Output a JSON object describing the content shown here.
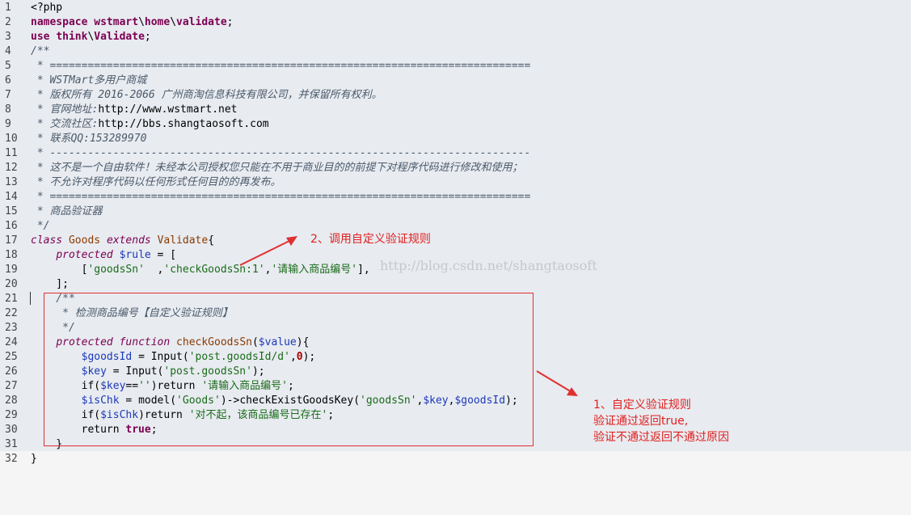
{
  "lines": [
    {
      "n": "1",
      "segs": [
        [
          "",
          "<?php"
        ]
      ]
    },
    {
      "n": "2",
      "segs": [
        [
          "kw",
          "namespace"
        ],
        [
          "",
          " "
        ],
        [
          "kw",
          "wstmart"
        ],
        [
          "",
          "\\"
        ],
        [
          "kw",
          "home"
        ],
        [
          "",
          "\\"
        ],
        [
          "kw",
          "validate"
        ],
        [
          "",
          ";"
        ]
      ]
    },
    {
      "n": "3",
      "segs": [
        [
          "kw",
          "use"
        ],
        [
          "",
          " "
        ],
        [
          "kw",
          "think"
        ],
        [
          "",
          "\\"
        ],
        [
          "kw",
          "Validate"
        ],
        [
          "",
          ";"
        ]
      ]
    },
    {
      "n": "4",
      "segs": [
        [
          "cm",
          "/**"
        ]
      ]
    },
    {
      "n": "5",
      "segs": [
        [
          "cm",
          " * ============================================================================"
        ]
      ]
    },
    {
      "n": "6",
      "segs": [
        [
          "cm",
          " * WSTMart多用户商城"
        ]
      ]
    },
    {
      "n": "7",
      "segs": [
        [
          "cm",
          " * 版权所有 2016-2066 广州商淘信息科技有限公司，并保留所有权利。"
        ]
      ]
    },
    {
      "n": "8",
      "segs": [
        [
          "cm",
          " * 官网地址:"
        ],
        [
          "",
          "http://www.wstmart.net"
        ]
      ]
    },
    {
      "n": "9",
      "segs": [
        [
          "cm",
          " * 交流社区:"
        ],
        [
          "",
          "http://bbs.shangtaosoft.com"
        ]
      ]
    },
    {
      "n": "10",
      "segs": [
        [
          "cm",
          " * 联系QQ:153289970"
        ]
      ]
    },
    {
      "n": "11",
      "segs": [
        [
          "cm",
          " * ----------------------------------------------------------------------------"
        ]
      ]
    },
    {
      "n": "12",
      "segs": [
        [
          "cm",
          " * 这不是一个自由软件！未经本公司授权您只能在不用于商业目的的前提下对程序代码进行修改和使用；"
        ]
      ]
    },
    {
      "n": "13",
      "segs": [
        [
          "cm",
          " * 不允许对程序代码以任何形式任何目的的再发布。"
        ]
      ]
    },
    {
      "n": "14",
      "segs": [
        [
          "cm",
          " * ============================================================================"
        ]
      ]
    },
    {
      "n": "15",
      "segs": [
        [
          "cm",
          " * 商品验证器"
        ]
      ]
    },
    {
      "n": "16",
      "segs": [
        [
          "cm",
          " */"
        ]
      ]
    },
    {
      "n": "17",
      "segs": [
        [
          "kwi",
          "class"
        ],
        [
          "",
          " "
        ],
        [
          "cls",
          "Goods"
        ],
        [
          "",
          " "
        ],
        [
          "kwi",
          "extends"
        ],
        [
          "",
          " "
        ],
        [
          "cls",
          "Validate"
        ],
        [
          "",
          "{"
        ]
      ]
    },
    {
      "n": "18",
      "segs": [
        [
          "",
          "    "
        ],
        [
          "kwi",
          "protected"
        ],
        [
          "",
          " "
        ],
        [
          "var",
          "$rule"
        ],
        [
          "",
          " = ["
        ]
      ]
    },
    {
      "n": "19",
      "segs": [
        [
          "",
          "        ["
        ],
        [
          "str",
          "'goodsSn'"
        ],
        [
          "",
          "  ,"
        ],
        [
          "str",
          "'checkGoodsSn:1'"
        ],
        [
          "",
          ","
        ],
        [
          "str",
          "'请输入商品编号'"
        ],
        [
          "",
          "],"
        ]
      ]
    },
    {
      "n": "20",
      "segs": [
        [
          "",
          "    ];"
        ]
      ]
    },
    {
      "n": "21",
      "segs": [
        [
          "cm",
          "    /**"
        ]
      ]
    },
    {
      "n": "22",
      "segs": [
        [
          "cm",
          "     * 检测商品编号【自定义验证规则】"
        ]
      ]
    },
    {
      "n": "23",
      "segs": [
        [
          "cm",
          "     */"
        ]
      ]
    },
    {
      "n": "24",
      "segs": [
        [
          "",
          "    "
        ],
        [
          "kwi",
          "protected"
        ],
        [
          "",
          " "
        ],
        [
          "kwi",
          "function"
        ],
        [
          "",
          " "
        ],
        [
          "fn",
          "checkGoodsSn"
        ],
        [
          "",
          "("
        ],
        [
          "var",
          "$value"
        ],
        [
          "",
          "){"
        ]
      ]
    },
    {
      "n": "25",
      "segs": [
        [
          "",
          "        "
        ],
        [
          "var",
          "$goodsId"
        ],
        [
          "",
          " = Input("
        ],
        [
          "str",
          "'post.goodsId/d'"
        ],
        [
          "",
          ","
        ],
        [
          "num",
          "0"
        ],
        [
          "",
          ");"
        ]
      ]
    },
    {
      "n": "26",
      "segs": [
        [
          "",
          "        "
        ],
        [
          "var",
          "$key"
        ],
        [
          "",
          " = Input("
        ],
        [
          "str",
          "'post.goodsSn'"
        ],
        [
          "",
          ");"
        ]
      ]
    },
    {
      "n": "27",
      "segs": [
        [
          "",
          "        if("
        ],
        [
          "var",
          "$key"
        ],
        [
          "",
          "=="
        ],
        [
          "str",
          "''"
        ],
        [
          "",
          ")return "
        ],
        [
          "str",
          "'请输入商品编号'"
        ],
        [
          "",
          ";"
        ]
      ]
    },
    {
      "n": "28",
      "segs": [
        [
          "",
          "        "
        ],
        [
          "var",
          "$isChk"
        ],
        [
          "",
          " = model("
        ],
        [
          "str",
          "'Goods'"
        ],
        [
          "",
          ")->checkExistGoodsKey("
        ],
        [
          "str",
          "'goodsSn'"
        ],
        [
          "",
          ","
        ],
        [
          "var",
          "$key"
        ],
        [
          "",
          ","
        ],
        [
          "var",
          "$goodsId"
        ],
        [
          "",
          ");"
        ]
      ]
    },
    {
      "n": "29",
      "segs": [
        [
          "",
          "        if("
        ],
        [
          "var",
          "$isChk"
        ],
        [
          "",
          ")return "
        ],
        [
          "str",
          "'对不起，该商品编号已存在'"
        ],
        [
          "",
          ";"
        ]
      ]
    },
    {
      "n": "30",
      "segs": [
        [
          "",
          "        return "
        ],
        [
          "kw",
          "true"
        ],
        [
          "",
          ";"
        ]
      ]
    },
    {
      "n": "31",
      "segs": [
        [
          "",
          "    }"
        ]
      ]
    },
    {
      "n": "32",
      "segs": [
        [
          "",
          "}"
        ]
      ]
    }
  ],
  "watermark": "http://blog.csdn.net/shangtaosoft",
  "annotations": {
    "call_rule": "2、调用自定义验证规则",
    "define_rule_title": "1、自定义验证规则",
    "define_rule_line2": "验证通过返回true,",
    "define_rule_line3": "验证不通过返回不通过原因"
  },
  "colors": {
    "annotation": "#e02020",
    "editor_bg": "#e8ebf0",
    "keyword": "#7b0052",
    "string": "#1a6b1a",
    "variable": "#1c39b8"
  }
}
